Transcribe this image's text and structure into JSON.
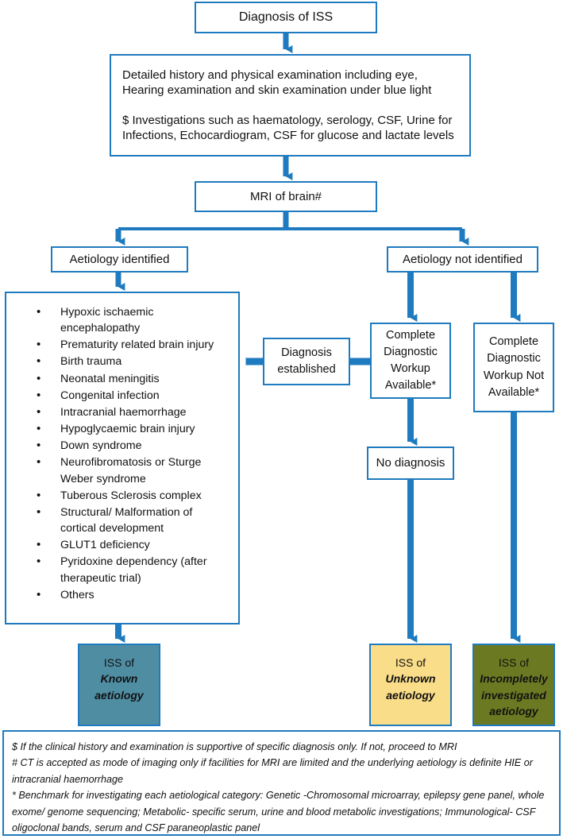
{
  "diagram": {
    "title": "Diagnosis of ISS flowchart",
    "colors": {
      "connector": "#1f7bbf",
      "border": "#1f7bbf",
      "known_fill": "#4f8da3",
      "unknown_fill": "#f9dd88",
      "incomplete_fill": "#6b7a22",
      "page_background": "#ffffff"
    },
    "nodes": {
      "start": {
        "label": "Diagnosis of ISS"
      },
      "detailed_history": {
        "line1": "Detailed history and physical examination including eye,",
        "line2": "Hearing examination and skin examination under blue light",
        "line3": "$ Investigations such as haematology, serology, CSF, Urine for",
        "line4": "Infections, Echocardiogram, CSF for glucose and lactate levels"
      },
      "mri": {
        "label": "MRI of brain#"
      },
      "aetiology_identified": {
        "label": "Aetiology identified"
      },
      "aetiology_not_identified": {
        "label": "Aetiology not identified"
      },
      "aetiology_list": {
        "items": [
          "Hypoxic ischaemic encephalopathy",
          "Prematurity related brain injury",
          "Birth trauma",
          "Neonatal meningitis",
          "Congenital infection",
          "Intracranial haemorrhage",
          "Hypoglycaemic brain injury",
          "Down syndrome",
          "Neurofibromatosis or Sturge Weber syndrome",
          "Tuberous Sclerosis complex",
          "Structural/ Malformation of cortical development",
          "GLUT1 deficiency",
          "Pyridoxine dependency (after therapeutic trial)",
          "Others"
        ]
      },
      "diagnosis_established": {
        "label": "Diagnosis established"
      },
      "workup_available": {
        "label": "Complete Diagnostic Workup Available*"
      },
      "workup_not_available": {
        "label": "Complete Diagnostic Workup Not Available*"
      },
      "no_diagnosis": {
        "label": "No diagnosis"
      },
      "iss_known": {
        "lead": "ISS of",
        "emph_line1": "Known",
        "emph_line2": "aetiology"
      },
      "iss_unknown": {
        "lead": "ISS of",
        "emph_line1": "Unknown",
        "emph_line2": "aetiology"
      },
      "iss_incomplete": {
        "lead": "ISS of",
        "emph_line1": "Incompletely",
        "emph_line2": "investigated",
        "emph_line3": "aetiology"
      }
    },
    "footnotes": {
      "dollar": "$ If the clinical history and examination is supportive of specific diagnosis only. If not, proceed to MRI",
      "hash": "# CT is accepted as mode of imaging only if facilities for MRI are limited and the underlying aetiology is definite HIE or intracranial haemorrhage",
      "asterisk": "* Benchmark for investigating each aetiological category: Genetic -Chromosomal microarray, epilepsy gene panel, whole exome/ genome sequencing; Metabolic- specific serum, urine and blood metabolic investigations; Immunological- CSF oligoclonal bands, serum and CSF paraneoplastic panel"
    }
  }
}
